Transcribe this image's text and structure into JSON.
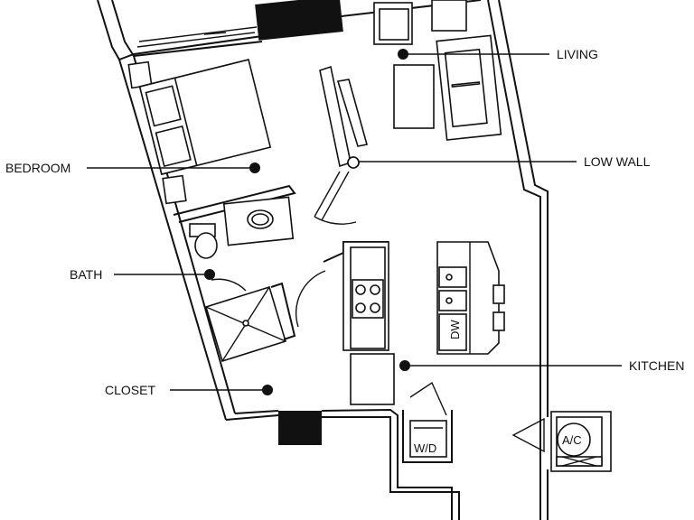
{
  "rooms": {
    "living": "LIVING",
    "low_wall": "LOW WALL",
    "bedroom": "BEDROOM",
    "bath": "BATH",
    "kitchen": "KITCHEN",
    "closet": "CLOSET"
  },
  "appliances": {
    "dishwasher": "DW",
    "washer_dryer": "W/D",
    "air_conditioner": "A/C"
  },
  "colors": {
    "line": "#111111",
    "background": "#ffffff"
  }
}
